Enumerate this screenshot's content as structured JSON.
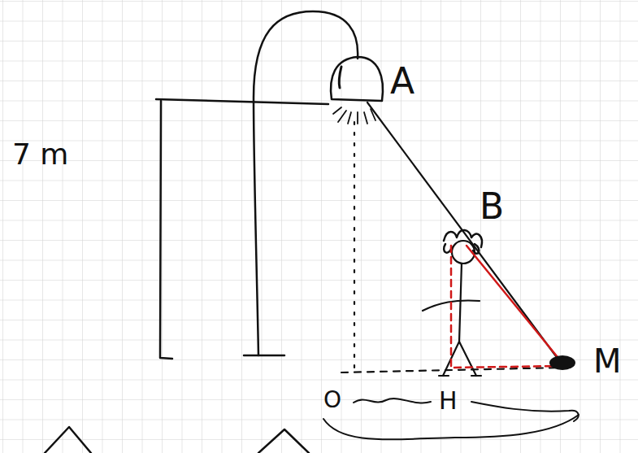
{
  "diagram": {
    "labels": [
      "7 m",
      "A",
      "B",
      "M",
      "O",
      "H"
    ]
  }
}
